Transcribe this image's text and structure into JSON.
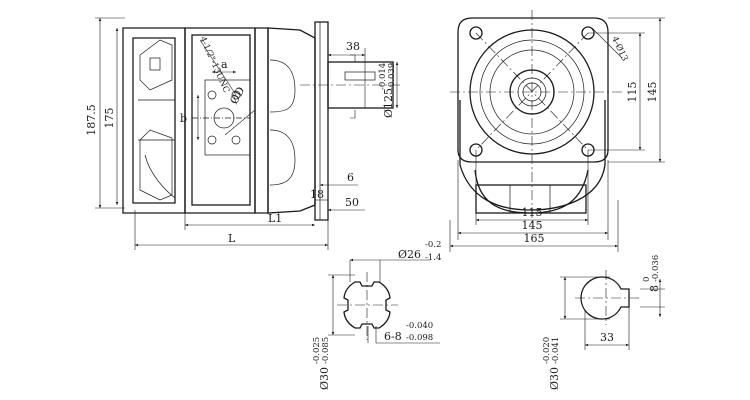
{
  "dimensions": {
    "side_view": {
      "height_overall": "187.5",
      "height_inner": "175",
      "bolt_spec": "4-1/2\"-13UNC",
      "spacing_a": "a",
      "spacing_b": "b",
      "port_diameter": "ØD",
      "shaft_length": "38",
      "shaft_dia": "Ø125",
      "shaft_dia_tol_upper": "-0.014",
      "shaft_dia_tol_lower": "-0.039",
      "flange_thk": "6",
      "pilot_len": "18",
      "flange_dist": "50",
      "length_l1": "L1",
      "length_l": "L"
    },
    "front_view": {
      "hole_spec": "4-Ø13",
      "bolt_spacing_v": "115",
      "flange_height": "145",
      "bolt_spacing_h": "115",
      "flange_width": "145",
      "body_width": "165"
    },
    "spline_section": {
      "outer_dia": "Ø26",
      "outer_tol_upper": "-0.2",
      "outer_tol_lower": "-1.4",
      "spline_spec": "6-8",
      "spline_tol_upper": "-0.040",
      "spline_tol_lower": "-0.098",
      "shaft_dia": "Ø30",
      "shaft_tol_upper": "-0.025",
      "shaft_tol_lower": "-0.085"
    },
    "key_section": {
      "key_width": "8",
      "key_tol_upper": "0",
      "key_tol_lower": "-0.036",
      "key_depth": "33",
      "shaft_dia": "Ø30",
      "shaft_tol_upper": "-0.020",
      "shaft_tol_lower": "-0.041"
    }
  }
}
